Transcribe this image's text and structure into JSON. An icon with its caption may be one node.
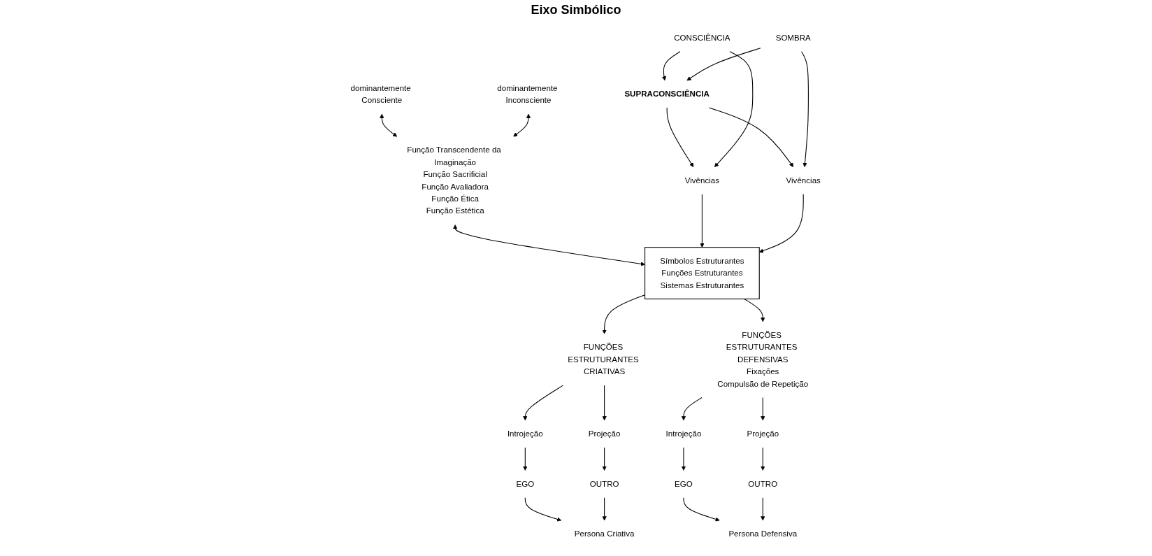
{
  "diagram": {
    "nodes": [
      {
        "text": [
          "Vivências"
        ]
      },
      {
        "text": [
          "SUPRACONSCIÊNCIA"
        ]
      },
      {
        "text": [
          "Vivências"
        ]
      },
      {
        "text": [
          "CONSCIÊNCIA"
        ]
      },
      {
        "text": [
          "SOMBRA"
        ]
      },
      {
        "text": [
          "Persona Criativa"
        ]
      },
      {
        "text": [
          "dominantemente Consciente"
        ]
      },
      {
        "text": [
          "dominantemente Inconsciente"
        ]
      },
      {
        "text": [
          "Persona Defensiva"
        ]
      },
      {
        "text": [
          "EGO"
        ]
      },
      {
        "text": [
          "OUTRO"
        ]
      },
      {
        "text": [
          "EGO"
        ]
      },
      {
        "text": [
          "OUTRO"
        ]
      },
      {
        "text": [
          "Introjeção"
        ]
      },
      {
        "text": [
          "Projeção"
        ]
      },
      {
        "text": [
          "Introjeção"
        ]
      },
      {
        "text": [
          "Projeção"
        ]
      },
      {
        "text": [
          "Função Transcendente da Imaginação",
          "Função Sacrificial",
          "Função Avaliadora",
          "Função Ética",
          "Função Estética"
        ]
      },
      {
        "text": [
          "FUNÇÕES ESTRUTURANTES CRIATIVAS"
        ]
      },
      {
        "text": [
          "FUNÇÕES ESTRUTURANTES DEFENSIVAS",
          "Fixações",
          "Compulsão de Repetição"
        ]
      },
      {
        "text": [
          "Símbolos Estruturantes",
          "Funções  Estruturantes",
          "Sistemas  Estruturantes"
        ]
      }
    ],
    "edges": [
      {
        "from": 1,
        "to": 0,
        "arrow": "to"
      },
      {
        "from": 1,
        "to": 2,
        "arrow": "to"
      },
      {
        "from": 3,
        "to": 0,
        "arrow": "to"
      },
      {
        "from": 4,
        "to": 2,
        "arrow": "to"
      },
      {
        "from": 3,
        "to": 1,
        "arrow": "to"
      },
      {
        "from": 4,
        "to": 1,
        "arrow": "to"
      },
      {
        "from": 9,
        "to": 5,
        "arrow": "to"
      },
      {
        "from": 10,
        "to": 5,
        "arrow": "to"
      },
      {
        "from": 11,
        "to": 8,
        "arrow": "to"
      },
      {
        "from": 12,
        "to": 8,
        "arrow": "to"
      },
      {
        "from": 13,
        "to": 9,
        "arrow": "to"
      },
      {
        "from": 14,
        "to": 10,
        "arrow": "to"
      },
      {
        "from": 15,
        "to": 11,
        "arrow": "to"
      },
      {
        "from": 16,
        "to": 12,
        "arrow": "to"
      },
      {
        "from": 6,
        "to": 17,
        "arrow": "both"
      },
      {
        "from": 7,
        "to": 17,
        "arrow": "both"
      },
      {
        "from": 18,
        "to": 13,
        "arrow": "to"
      },
      {
        "from": 18,
        "to": 14,
        "arrow": "to"
      },
      {
        "from": 19,
        "to": 15,
        "arrow": "to"
      },
      {
        "from": 19,
        "to": 16,
        "arrow": "to"
      },
      {
        "from": 17,
        "to": 20,
        "arrow": "both"
      },
      {
        "from": 20,
        "to": 18,
        "arrow": "to"
      },
      {
        "from": 20,
        "to": 19,
        "arrow": "to"
      },
      {
        "from": 0,
        "to": 20,
        "arrow": "to"
      },
      {
        "from": 2,
        "to": 20,
        "arrow": "to"
      }
    ],
    "labels": [
      "Eixo Simbólico"
    ]
  }
}
